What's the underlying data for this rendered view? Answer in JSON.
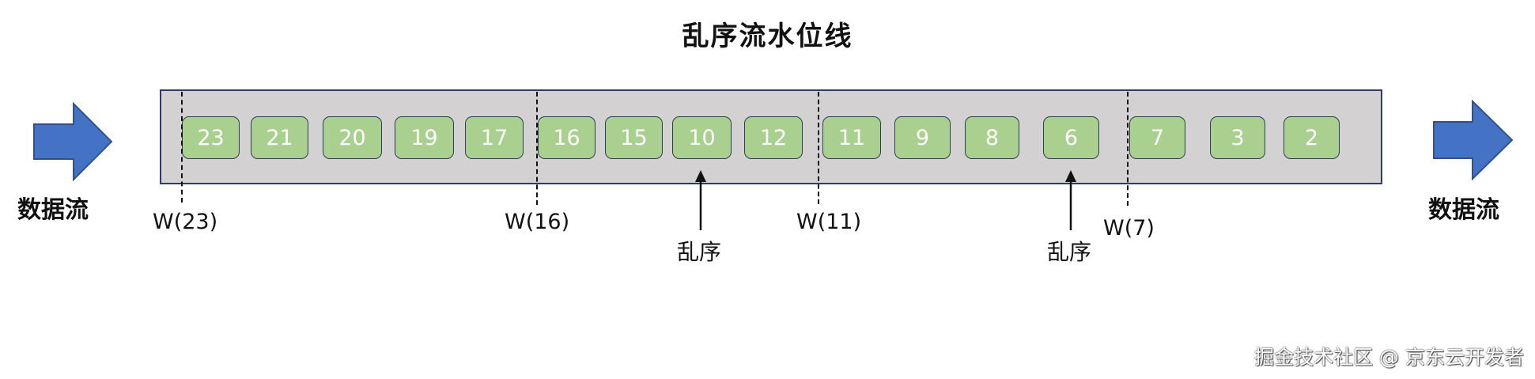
{
  "title": "乱序流水位线",
  "input_label": "数据流",
  "output_label": "数据流",
  "events": [
    "23",
    "21",
    "20",
    "19",
    "17",
    "16",
    "15",
    "10",
    "12",
    "11",
    "9",
    "8",
    "6",
    "7",
    "3",
    "2"
  ],
  "watermarks": [
    "W(23)",
    "W(16)",
    "W(11)",
    "W(7)"
  ],
  "out_of_order_labels": [
    "乱序",
    "乱序"
  ],
  "footer": "掘金技术社区 @ 京东云开发者",
  "colors": {
    "event_fill": "#a9d08e",
    "stream_fill": "#d4d1d3",
    "arrow_fill": "#4472c4"
  }
}
